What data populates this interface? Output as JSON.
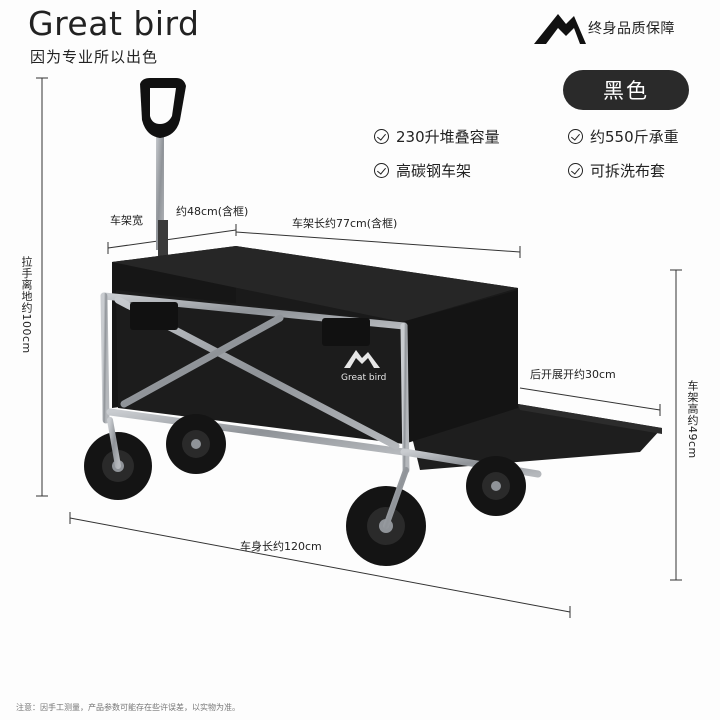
{
  "header": {
    "brand": "Great bird",
    "tagline": "因为专业所以出色",
    "guarantee": "终身品质保障"
  },
  "color_badge": "黑色",
  "features": [
    "230升堆叠容量",
    "约550斤承重",
    "高碳钢车架",
    "可拆洗布套"
  ],
  "dimensions": {
    "frame_width_label": "车架宽",
    "frame_width_value": "约48cm(含框)",
    "frame_length": "车架长约77cm(含框)",
    "rear_extension": "后开展开约30cm",
    "frame_height": "车架高约49cm",
    "handle_height": "拉手离地约100cm",
    "body_length": "车身长约120cm"
  },
  "cart_print": "Great bird",
  "footnote": "注意：因手工测量，产品参数可能存在些许误差，以实物为准。",
  "colors": {
    "fabric": "#1c1c1c",
    "frame": "#9ea2a6",
    "tire": "#141414",
    "badge": "#2a2a2a"
  },
  "icons": [
    "mountain-logo-icon",
    "check-circle-icon"
  ]
}
